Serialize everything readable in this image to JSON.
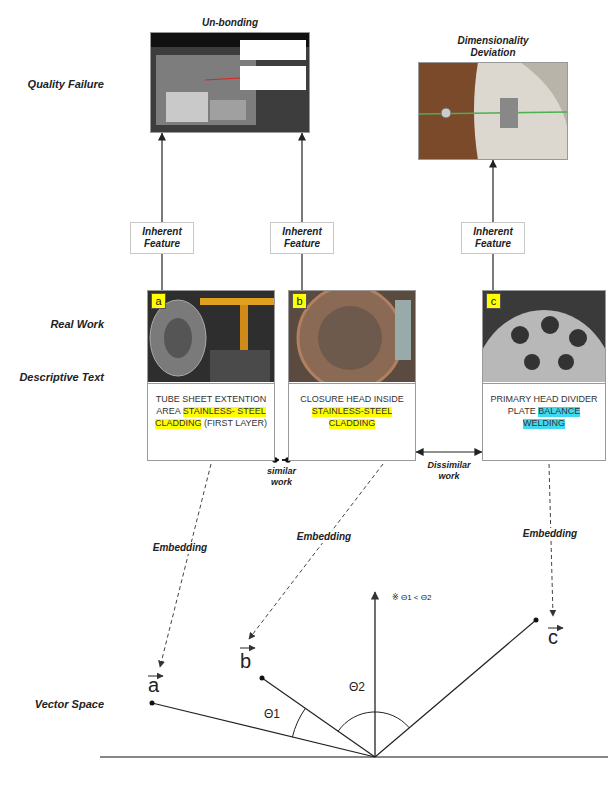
{
  "diagram": {
    "nodes": [
      {
        "text": [
          "Un-bonding"
        ]
      },
      {
        "text": [
          "Dimensionality Deviation"
        ]
      },
      {
        "text": [
          "Inherent Feature"
        ]
      },
      {
        "text": [
          "Inherent Feature"
        ]
      },
      {
        "text": [
          "Inherent Feature"
        ]
      },
      {
        "text": [
          "a",
          "TUBE SHEET EXTENTION AREA STAINLESS- STEEL CLADDING (FIRST LAYER)"
        ]
      },
      {
        "text": [
          "b",
          "CLOSURE HEAD INSIDE STAINLESS-STEEL CLADDING"
        ]
      },
      {
        "text": [
          "c",
          "PRIMARY HEAD DIVIDER PLATE BALANCE WELDING"
        ]
      }
    ],
    "edges": [
      {
        "from": 5,
        "to": 2,
        "arrow": "none"
      },
      {
        "from": 2,
        "to": 0,
        "arrow": "to"
      },
      {
        "from": 6,
        "to": 3,
        "arrow": "none"
      },
      {
        "from": 3,
        "to": 0,
        "arrow": "to"
      },
      {
        "from": 7,
        "to": 4,
        "arrow": "none"
      },
      {
        "from": 4,
        "to": 1,
        "arrow": "to"
      },
      {
        "from": 5,
        "to": 6,
        "arrow": "none",
        "label": "similar work"
      },
      {
        "from": 6,
        "to": 7,
        "arrow": "both",
        "label": "Dissimilar work"
      }
    ],
    "labels": [
      "Quality Failure",
      "Real Work",
      "Descriptive Text",
      "Vector Space",
      "Embedding",
      "Embedding",
      "Embedding",
      "a",
      "b",
      "c",
      "Θ1",
      "Θ2",
      "※ Θ1 < Θ2"
    ]
  }
}
